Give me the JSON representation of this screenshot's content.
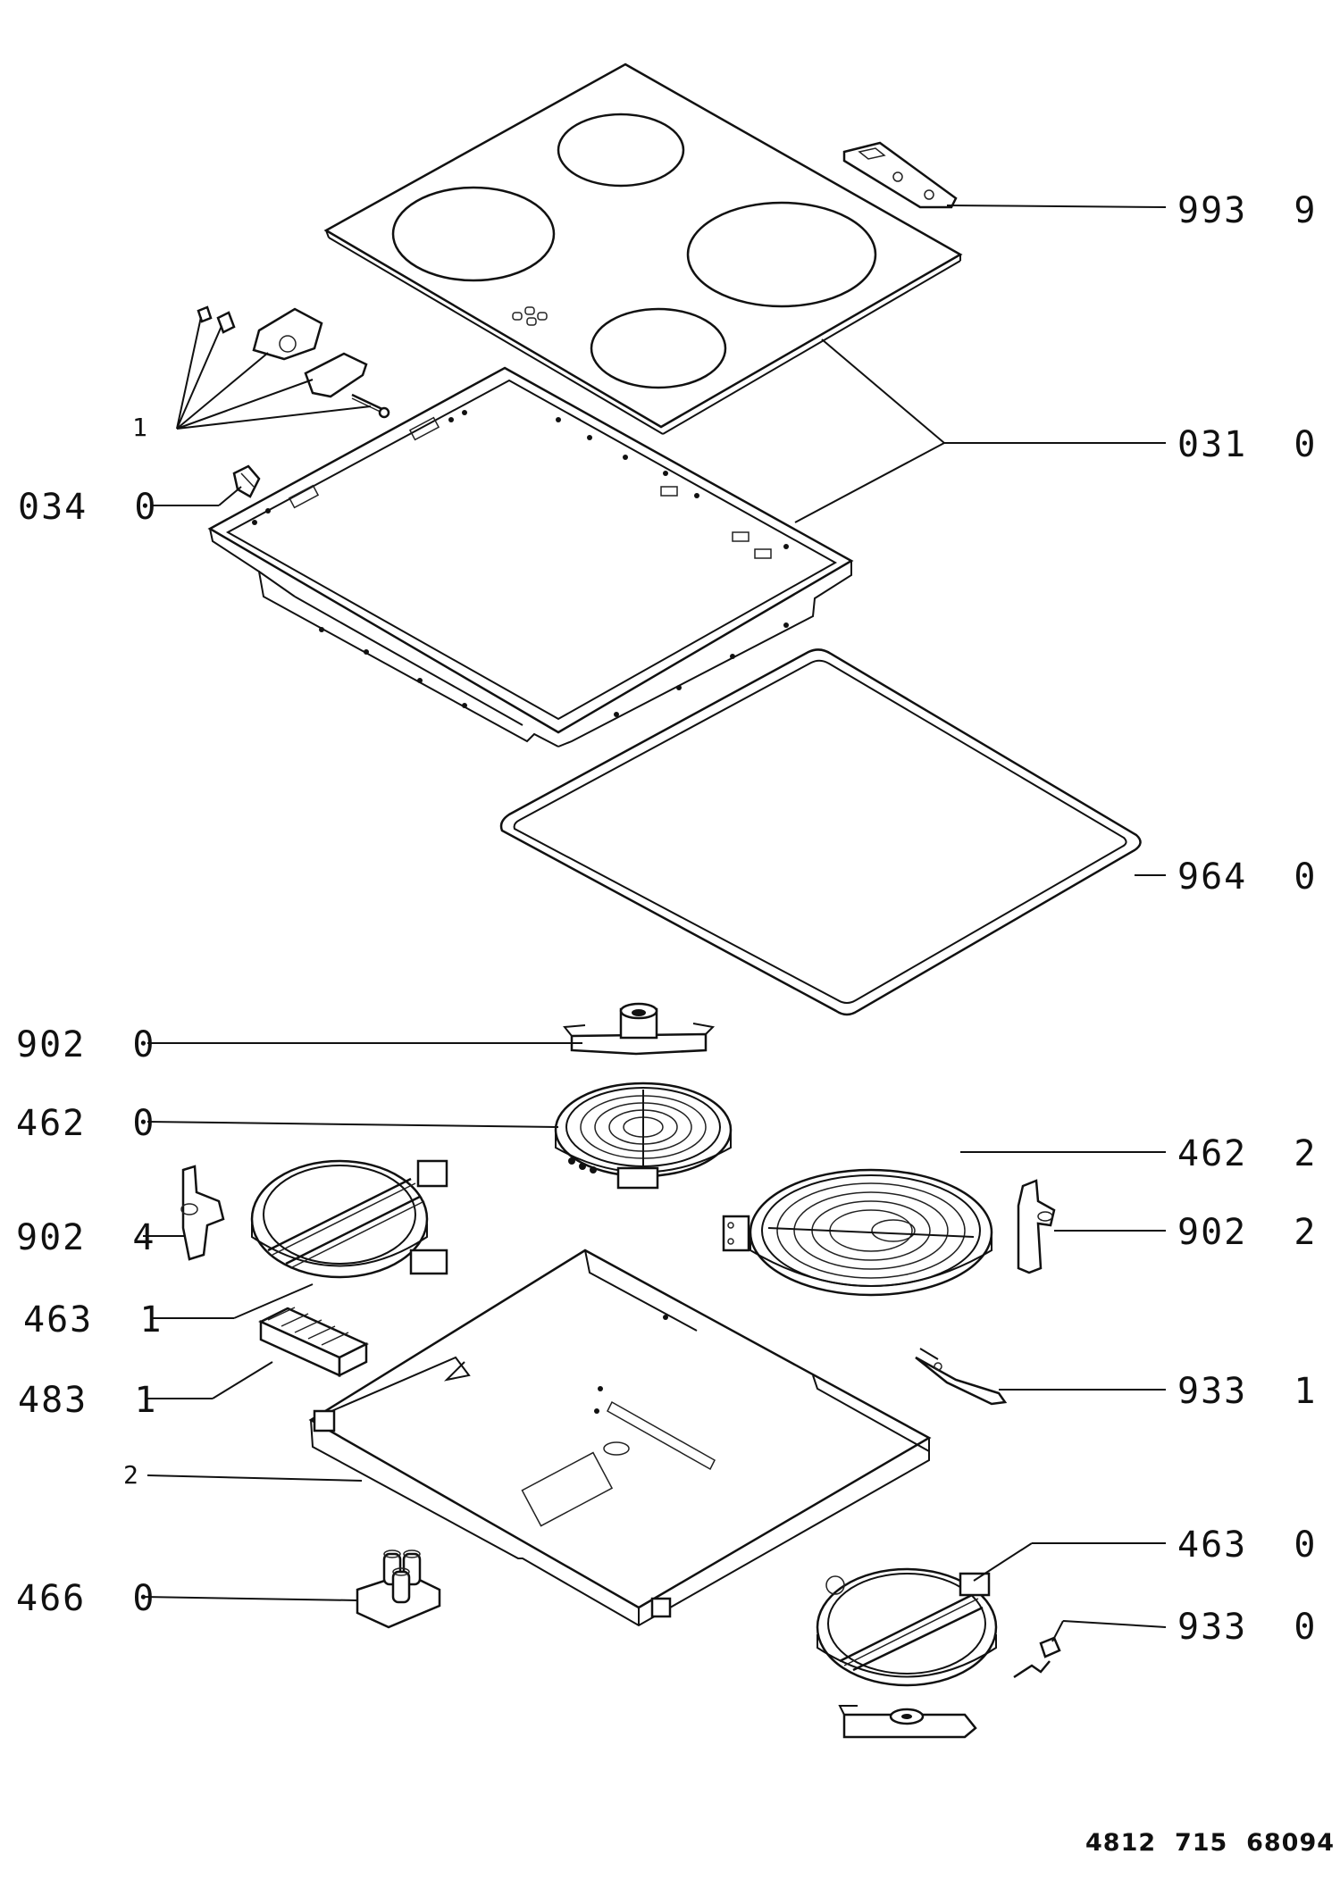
{
  "callouts": {
    "c993_9": "993  9",
    "c031_0": "031  0",
    "c034_0": "034  0",
    "c1": "1",
    "c964_0": "964  0",
    "c902_0": "902  0",
    "c462_0": "462  0",
    "c462_2": "462  2",
    "c902_4": "902  4",
    "c902_2": "902  2",
    "c463_1": "463  1",
    "c483_1": "483  1",
    "c933_1": "933  1",
    "c2": "2",
    "c466_0": "466  0",
    "c463_0": "463  0",
    "c933_0": "933  0"
  },
  "document_code": "4812  715  68094"
}
